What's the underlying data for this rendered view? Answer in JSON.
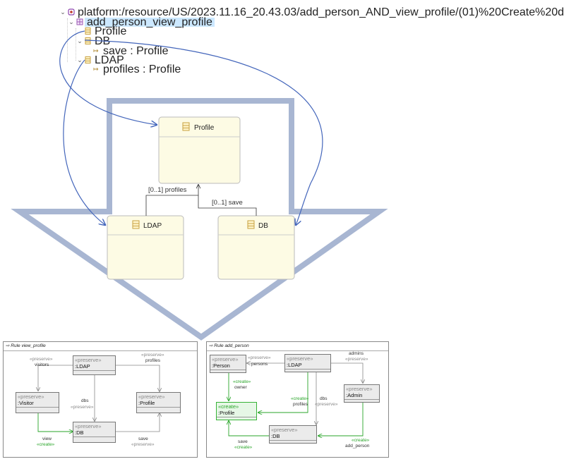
{
  "tree": {
    "root_path": "platform:/resource/US/2023.11.16_20.43.03/add_person_AND_view_profile/(01)%20Create%20d",
    "package": "add_person_view_profile",
    "classes": [
      {
        "name": "Profile",
        "refs": []
      },
      {
        "name": "DB",
        "refs": [
          "save : Profile"
        ]
      },
      {
        "name": "LDAP",
        "refs": [
          "profiles : Profile"
        ]
      }
    ]
  },
  "diagram": {
    "classes": {
      "profile": "Profile",
      "ldap": "LDAP",
      "db": "DB"
    },
    "edges": {
      "ldap_profile": "[0..1] profiles",
      "db_profile": "[0..1] save"
    }
  },
  "rules": {
    "view_profile": {
      "title": "Rule view_profile",
      "nodes": {
        "ldap": {
          "stereo": "«preserve»",
          "name": ":LDAP"
        },
        "visitor": {
          "stereo": "«preserve»",
          "name": ":Visitor"
        },
        "profile": {
          "stereo": "«preserve»",
          "name": ":Profile"
        },
        "db": {
          "stereo": "«preserve»",
          "name": ":DB"
        }
      },
      "labels": {
        "visitors": "visitors",
        "visitors_stereo": "«preserve»",
        "profiles": "profiles",
        "profiles_stereo": "«preserve»",
        "dbs": "dbs",
        "dbs_stereo": "«preserve»",
        "view": "view",
        "view_stereo": "«create»",
        "save": "save",
        "save_stereo": "«preserve»"
      }
    },
    "add_person": {
      "title": "Rule add_person",
      "nodes": {
        "person": {
          "stereo": "«preserve»",
          "name": ":Person"
        },
        "ldap": {
          "stereo": "«preserve»",
          "name": ":LDAP"
        },
        "admin": {
          "stereo": "«preserve»",
          "name": ":Admin"
        },
        "profile": {
          "stereo": "«create»",
          "name": ":Profile"
        },
        "db": {
          "stereo": "«preserve»",
          "name": ":DB"
        }
      },
      "labels": {
        "persons": "persons",
        "persons_stereo": "«preserve»",
        "admins": "admins",
        "admins_stereo": "«preserve»",
        "owner": "owner",
        "owner_stereo": "«create»",
        "profiles": "profiles",
        "profiles_stereo": "«create»",
        "dbs": "dbs",
        "dbs_stereo": "«preserve»",
        "save": "save",
        "save_stereo": "«create»",
        "add_person": "add_person",
        "add_person_stereo": "«create»"
      }
    }
  },
  "colors": {
    "arrow": "#a8b6d2",
    "link": "#4466bb",
    "class_fill": "#fdfbe4",
    "class_icon": "#d0b060",
    "create": "#2aa52a"
  }
}
